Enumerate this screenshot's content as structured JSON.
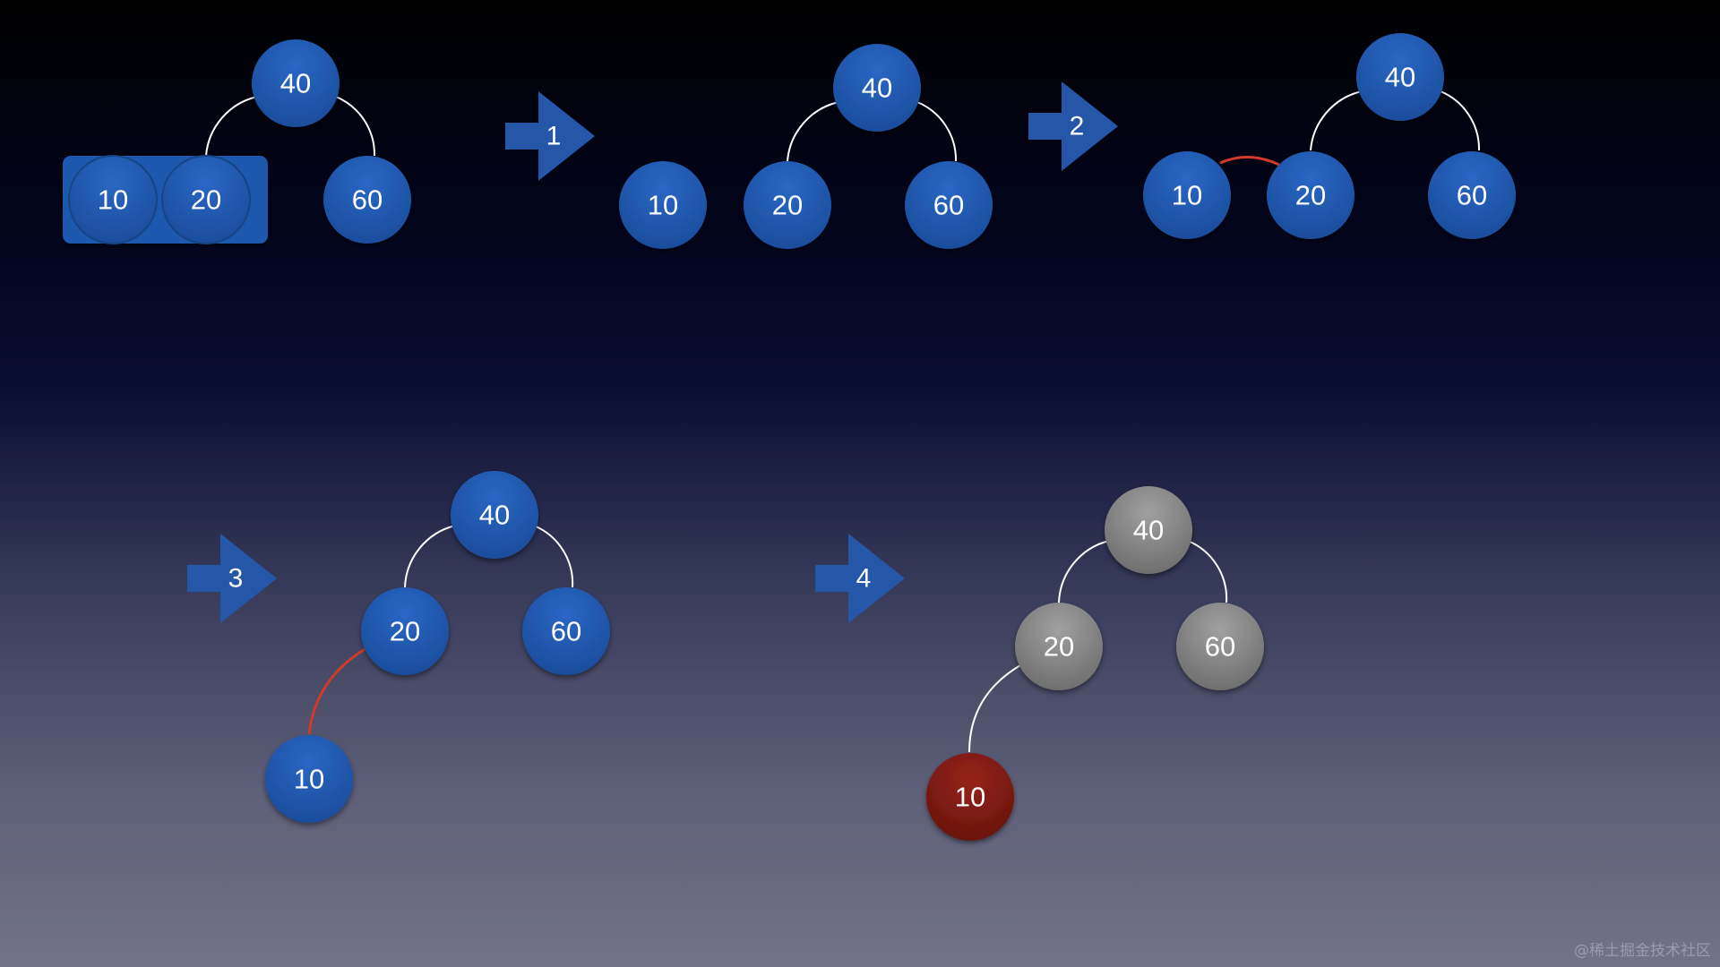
{
  "colors": {
    "node_blue": "#1f58ad",
    "node_gray": "#8a8a8a",
    "node_red": "#7e1a12",
    "edge_white": "#ffffff",
    "edge_red": "#d23a2a",
    "arrow_blue": "#2556a8"
  },
  "steps": [
    {
      "label": "1"
    },
    {
      "label": "2"
    },
    {
      "label": "3"
    },
    {
      "label": "4"
    }
  ],
  "panels": [
    {
      "nodes": [
        {
          "label": "40"
        },
        {
          "label": "10"
        },
        {
          "label": "20"
        },
        {
          "label": "60"
        }
      ]
    },
    {
      "nodes": [
        {
          "label": "40"
        },
        {
          "label": "10"
        },
        {
          "label": "20"
        },
        {
          "label": "60"
        }
      ]
    },
    {
      "nodes": [
        {
          "label": "40"
        },
        {
          "label": "10"
        },
        {
          "label": "20"
        },
        {
          "label": "60"
        }
      ]
    },
    {
      "nodes": [
        {
          "label": "40"
        },
        {
          "label": "20"
        },
        {
          "label": "60"
        },
        {
          "label": "10"
        }
      ]
    },
    {
      "nodes": [
        {
          "label": "40"
        },
        {
          "label": "20"
        },
        {
          "label": "60"
        },
        {
          "label": "10"
        }
      ]
    }
  ],
  "watermark": "@稀土掘金技术社区"
}
